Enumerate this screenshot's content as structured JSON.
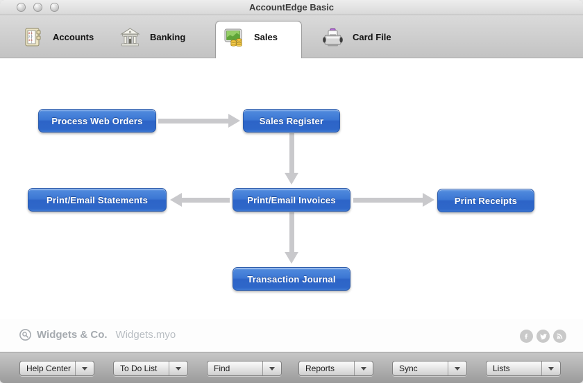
{
  "window": {
    "title": "AccountEdge Basic",
    "traffic_lights": [
      "close",
      "minimize",
      "zoom"
    ]
  },
  "tabs": [
    {
      "label": "Accounts",
      "icon": "accounts-ledger-icon",
      "active": false
    },
    {
      "label": "Banking",
      "icon": "bank-building-icon",
      "active": false
    },
    {
      "label": "Sales",
      "icon": "sales-chart-coins-icon",
      "active": true
    },
    {
      "label": "Card File",
      "icon": "rolodex-icon",
      "active": false
    }
  ],
  "flowchart": {
    "nodes": [
      {
        "id": "process-web-orders",
        "label": "Process Web Orders"
      },
      {
        "id": "sales-register",
        "label": "Sales Register"
      },
      {
        "id": "print-email-statements",
        "label": "Print/Email Statements"
      },
      {
        "id": "print-email-invoices",
        "label": "Print/Email Invoices"
      },
      {
        "id": "print-receipts",
        "label": "Print Receipts"
      },
      {
        "id": "transaction-journal",
        "label": "Transaction Journal"
      }
    ],
    "connections": [
      {
        "from": "process-web-orders",
        "to": "sales-register",
        "direction": "right"
      },
      {
        "from": "sales-register",
        "to": "print-email-invoices",
        "direction": "down"
      },
      {
        "from": "print-email-invoices",
        "to": "print-email-statements",
        "direction": "left"
      },
      {
        "from": "print-email-invoices",
        "to": "print-receipts",
        "direction": "right"
      },
      {
        "from": "print-email-invoices",
        "to": "transaction-journal",
        "direction": "down"
      }
    ]
  },
  "footer": {
    "company": "Widgets & Co.",
    "file": "Widgets.myo",
    "social": [
      "facebook",
      "twitter",
      "rss"
    ]
  },
  "toolbar": {
    "buttons": [
      "Help Center",
      "To Do List",
      "Find",
      "Reports",
      "Sync",
      "Lists"
    ]
  },
  "colors": {
    "node_blue_top": "#7fabe9",
    "node_blue_bottom": "#2d64c7",
    "node_border": "#2d5cab",
    "arrow_gray": "#c9c9cc",
    "tabbar_gray": "#c3c3c3",
    "toolbar_gray": "#9b9b9b",
    "footer_text": "#a6abb0"
  }
}
